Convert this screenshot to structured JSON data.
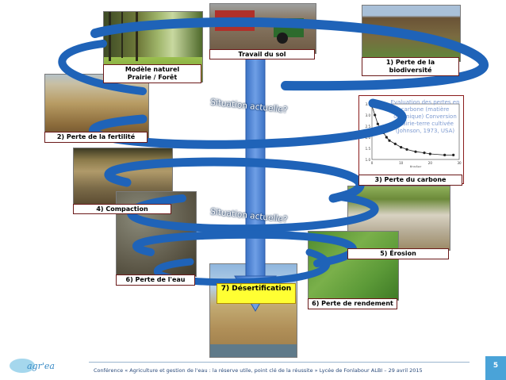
{
  "labels": {
    "travail_sol": "Travail du sol",
    "modele_naturel": "Modèle naturel\nPrairie / Forêt",
    "perte_biodiversite": "1) Perte de la biodiversité",
    "perte_fertilite": "2) Perte de la fertilité",
    "perte_carbone": "3) Perte du carbone",
    "compaction": "4) Compaction",
    "erosion": "5) Érosion",
    "perte_eau": "6) Perte de l'eau",
    "perte_rendement": "6) Perte de rendement",
    "desertification": "7) Désertification"
  },
  "situation": {
    "top": "Situation actuelle?",
    "bottom": "Situation actuelle?"
  },
  "chart": {
    "caption": "Evaluation des pertes en carbone (matière organique) Conversion prairie-terre cultivée (Johnson, 1973, USA)",
    "xlabel": "Années"
  },
  "chart_data": {
    "type": "scatter",
    "title": "",
    "xlabel": "Années",
    "ylabel": "",
    "xlim": [
      0,
      30
    ],
    "ylim": [
      1.0,
      3.5
    ],
    "x_ticks": [
      0,
      10,
      20,
      30
    ],
    "y_ticks": [
      1.0,
      1.5,
      2.0,
      2.5,
      3.0,
      3.5
    ],
    "series": [
      {
        "x": [
          0,
          1,
          2,
          3,
          4,
          5,
          6,
          8,
          10,
          12,
          15,
          18,
          20,
          25,
          28
        ],
        "y": [
          3.4,
          3.0,
          2.6,
          2.4,
          2.2,
          2.0,
          1.85,
          1.7,
          1.55,
          1.45,
          1.35,
          1.3,
          1.25,
          1.2,
          1.2
        ]
      }
    ]
  },
  "footer": {
    "text": "Conférence « Agriculture et gestion de l'eau : la réserve utile, point clé de la réussite » Lycée de Fonlabour ALBI – 29 avril 2015",
    "page": "5",
    "logo": "agr'eau"
  },
  "colors": {
    "spiral": "#1f63b8",
    "arrow": "#4a7fd0",
    "label_border": "#6b1a1a",
    "desert_label_bg": "#ffff33"
  }
}
